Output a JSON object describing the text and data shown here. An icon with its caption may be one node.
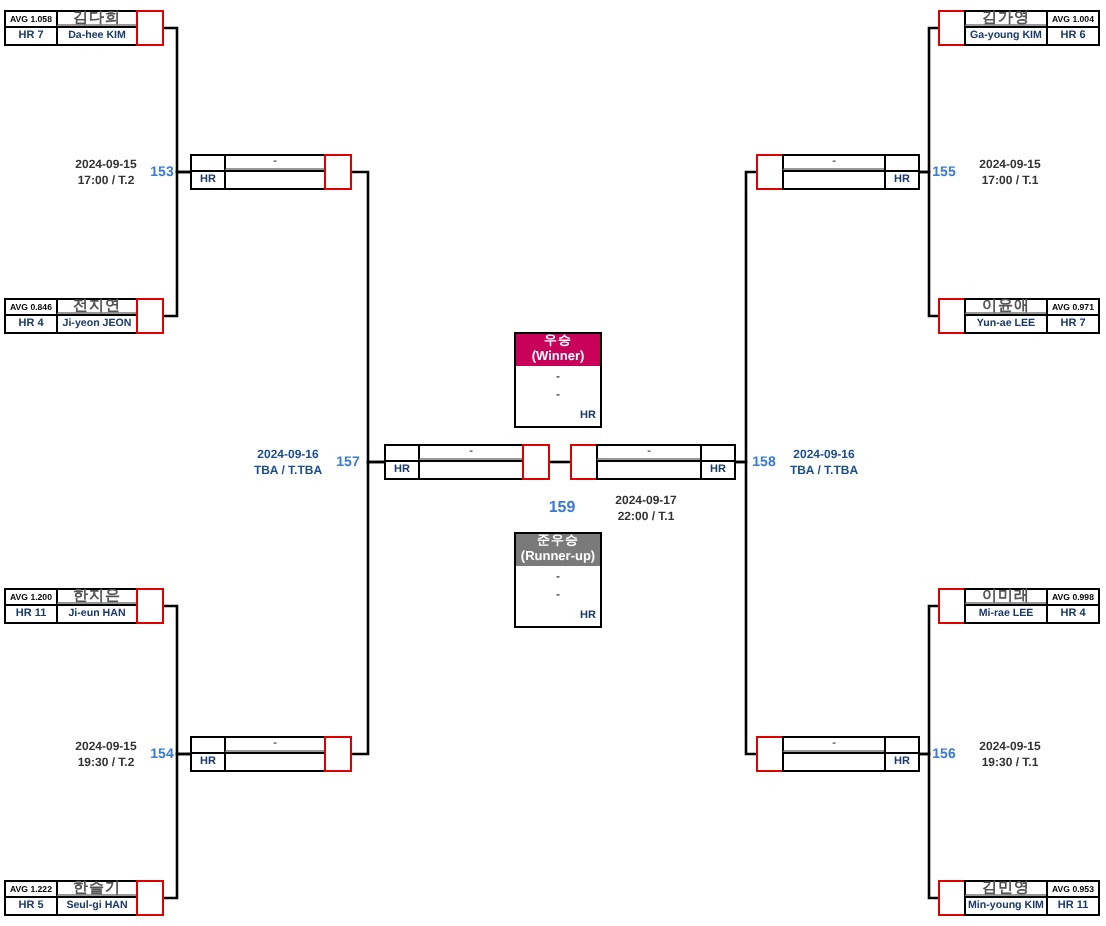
{
  "diagram": {
    "nodes": [
      {
        "text": [
          "AVG 1.058",
          "김다희",
          "HR 7",
          "Da-hee KIM"
        ]
      },
      {
        "text": [
          "AVG 0.846",
          "전지연",
          "HR 4",
          "Ji-yeon JEON"
        ]
      },
      {
        "text": [
          "AVG 1.200",
          "한지은",
          "HR 11",
          "Ji-eun HAN"
        ]
      },
      {
        "text": [
          "AVG 1.222",
          "한슬기",
          "HR 5",
          "Seul-gi HAN"
        ]
      },
      {
        "text": [
          "김가영",
          "AVG 1.004",
          "Ga-young KIM",
          "HR 6"
        ]
      },
      {
        "text": [
          "이윤애",
          "AVG 0.971",
          "Yun-ae LEE",
          "HR 7"
        ]
      },
      {
        "text": [
          "이미래",
          "AVG 0.998",
          "Mi-rae LEE",
          "HR 4"
        ]
      },
      {
        "text": [
          "김민영",
          "AVG 0.953",
          "Min-young KIM",
          "HR 11"
        ]
      },
      {
        "text": [
          "-",
          "HR"
        ],
        "beside": [
          "2024-09-15 17:00 / T.2",
          "153"
        ]
      },
      {
        "text": [
          "-",
          "HR"
        ],
        "beside": [
          "2024-09-15 19:30 / T.2",
          "154"
        ]
      },
      {
        "text": [
          "-",
          "HR"
        ],
        "beside": [
          "155",
          "2024-09-15 17:00 / T.1"
        ]
      },
      {
        "text": [
          "-",
          "HR"
        ],
        "beside": [
          "156",
          "2024-09-15 19:30 / T.1"
        ]
      },
      {
        "text": [
          "-",
          "HR"
        ],
        "beside": [
          "2024-09-16 TBA / T.TBA",
          "157"
        ]
      },
      {
        "text": [
          "-",
          "HR"
        ],
        "beside": [
          "158",
          "2024-09-16 TBA / T.TBA"
        ]
      },
      {
        "text": [
          "우승 (Winner)",
          "-",
          "-",
          "HR"
        ]
      },
      {
        "text": [
          "준우승 (Runner-up)",
          "-",
          "-",
          "HR"
        ]
      }
    ],
    "edges": [
      {
        "from": 0,
        "to": 8,
        "arrow": "none"
      },
      {
        "from": 1,
        "to": 8,
        "arrow": "none"
      },
      {
        "from": 2,
        "to": 9,
        "arrow": "none"
      },
      {
        "from": 3,
        "to": 9,
        "arrow": "none"
      },
      {
        "from": 8,
        "to": 12,
        "arrow": "none"
      },
      {
        "from": 9,
        "to": 12,
        "arrow": "none"
      },
      {
        "from": 4,
        "to": 10,
        "arrow": "none"
      },
      {
        "from": 5,
        "to": 10,
        "arrow": "none"
      },
      {
        "from": 6,
        "to": 11,
        "arrow": "none"
      },
      {
        "from": 7,
        "to": 11,
        "arrow": "none"
      },
      {
        "from": 10,
        "to": 13,
        "arrow": "none"
      },
      {
        "from": 11,
        "to": 13,
        "arrow": "none"
      },
      {
        "from": 12,
        "to": 13,
        "arrow": "none"
      }
    ],
    "labels": [
      "159",
      "2024-09-17 22:00 / T.1"
    ]
  }
}
